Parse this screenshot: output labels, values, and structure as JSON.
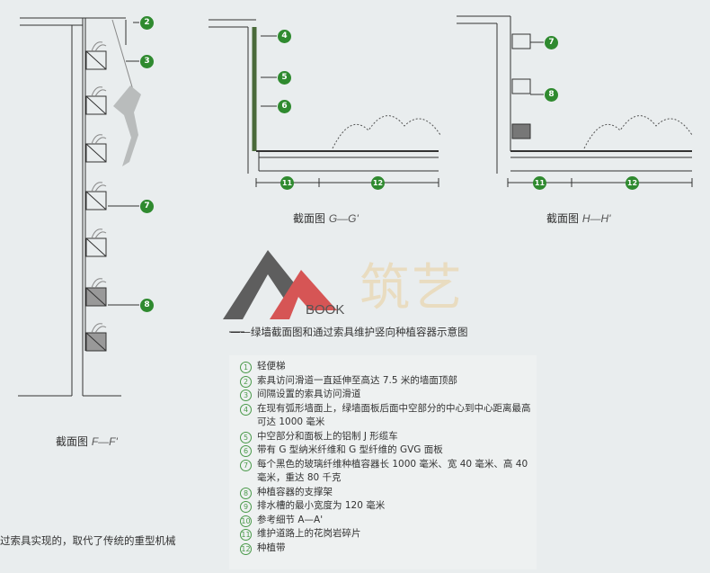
{
  "callouts": {
    "c2": "2",
    "c3": "3",
    "c4": "4",
    "c5": "5",
    "c6": "6",
    "c7a": "7",
    "c8a": "8",
    "c7b": "7",
    "c8b": "8",
    "d11a": "11",
    "d12a": "12",
    "d11b": "11",
    "d12b": "12"
  },
  "captions": {
    "ff_prefix": "截面图",
    "ff_sec": "F—F'",
    "gg_prefix": "截面图",
    "gg_sec": "G—G'",
    "hh_prefix": "截面图",
    "hh_sec": "H—H'"
  },
  "watermark": {
    "chinese": "筑艺",
    "book": "BOOK"
  },
  "figure_caption": "——绿墙截面图和通过索具维护竖向种植容器示意图",
  "legend": [
    {
      "n": "1",
      "t": "轻便梯"
    },
    {
      "n": "2",
      "t": "索具访问滑道一直延伸至高达 7.5 米的墙面顶部"
    },
    {
      "n": "3",
      "t": "间隔设置的索具访问滑道"
    },
    {
      "n": "4",
      "t": "在现有弧形墙面上，绿墙面板后面中空部分的中心到中心距离最高可达 1000 毫米"
    },
    {
      "n": "5",
      "t": "中空部分和面板上的铝制 J 形缆车"
    },
    {
      "n": "6",
      "t": "带有 G 型纳米纤维和 G 型纤维的 GVG 面板"
    },
    {
      "n": "7",
      "t": "每个黑色的玻璃纤维种植容器长 1000 毫米、宽 40 毫米、高 40 毫米，重达 80 千克"
    },
    {
      "n": "8",
      "t": "种植容器的支撑架"
    },
    {
      "n": "9",
      "t": "排水槽的最小宽度为 120 毫米"
    },
    {
      "n": "10",
      "t": "参考细节 A—A'"
    },
    {
      "n": "11",
      "t": "维护道路上的花岗岩碎片"
    },
    {
      "n": "12",
      "t": "种植带"
    }
  ],
  "body_text": "过索具实现的，取代了传统的重型机械"
}
